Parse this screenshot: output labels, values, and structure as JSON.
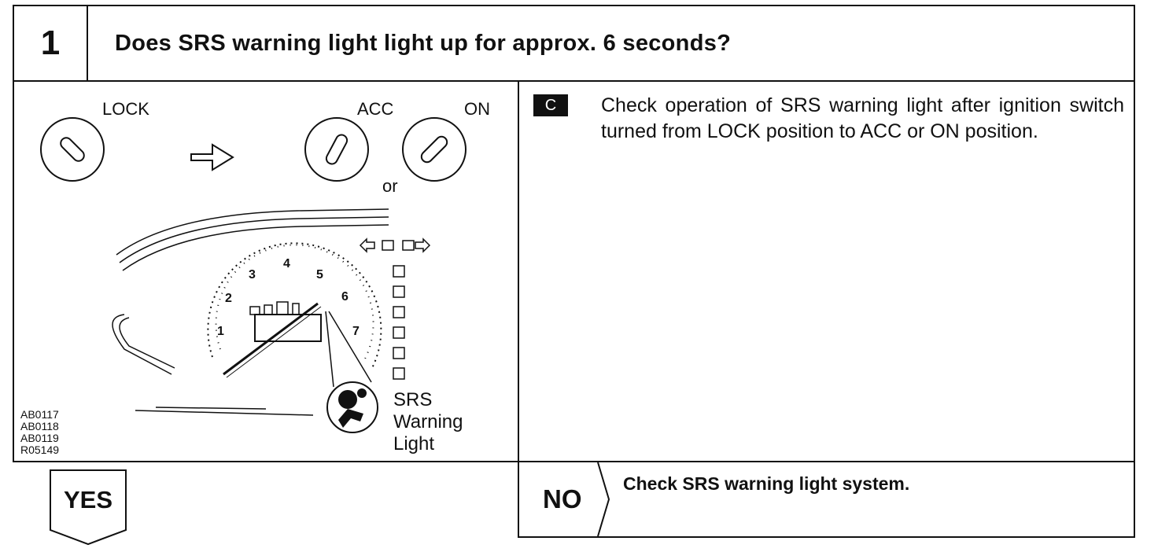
{
  "step": {
    "number": "1",
    "question": "Does SRS warning light light up for approx. 6 seconds?"
  },
  "illustration": {
    "lock_label": "LOCK",
    "acc_label": "ACC",
    "on_label": "ON",
    "or_label": "or",
    "srs_label_line1": "SRS",
    "srs_label_line2": "Warning",
    "srs_label_line3": "Light",
    "gauge_numbers": [
      "1",
      "2",
      "3",
      "4",
      "5",
      "6",
      "7"
    ],
    "figure_codes": [
      "AB0117",
      "AB0118",
      "AB0119",
      "R05149"
    ]
  },
  "check": {
    "badge": "C",
    "text": "Check operation of SRS warning light after ignition switch turned from LOCK position to ACC or ON position."
  },
  "yes": {
    "label": "YES"
  },
  "no": {
    "label": "NO",
    "text": "Check SRS warning light system."
  },
  "icons": [
    "key-lock-icon",
    "right-arrow-icon",
    "key-acc-icon",
    "key-on-icon",
    "airbag-warning-icon"
  ]
}
